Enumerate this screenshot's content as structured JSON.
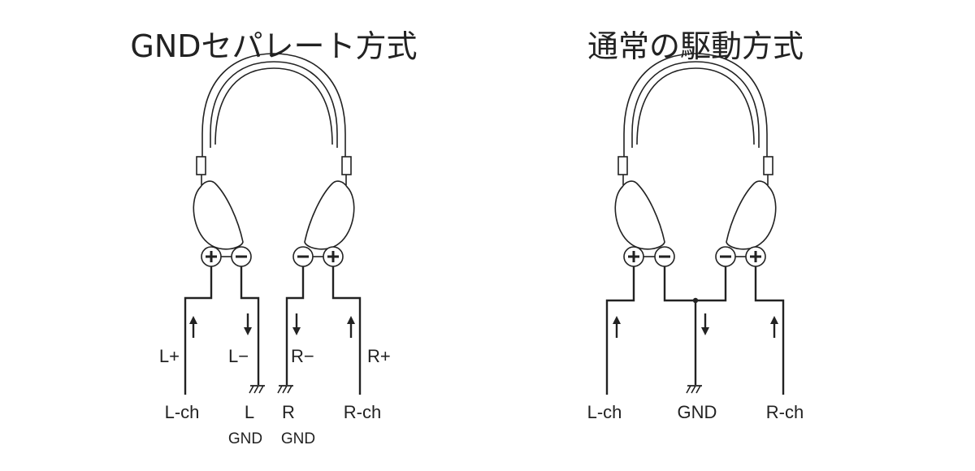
{
  "left_diagram": {
    "title": "GNDセパレート方式",
    "labels": {
      "l_plus": "L+",
      "l_minus": "L−",
      "r_minus": "R−",
      "r_plus": "R+",
      "l_ch": "L-ch",
      "l_gnd_top": "L",
      "l_gnd_bottom": "GND",
      "r_gnd_top": "R",
      "r_gnd_bottom": "GND",
      "r_ch": "R-ch"
    }
  },
  "right_diagram": {
    "title": "通常の駆動方式",
    "labels": {
      "l_ch": "L-ch",
      "gnd": "GND",
      "r_ch": "R-ch"
    }
  },
  "icons": [
    "headphones-icon",
    "plus-terminal-icon",
    "minus-terminal-icon",
    "ground-symbol-icon",
    "current-arrow-icon"
  ],
  "colors": {
    "line": "#222222",
    "background": "#ffffff"
  }
}
